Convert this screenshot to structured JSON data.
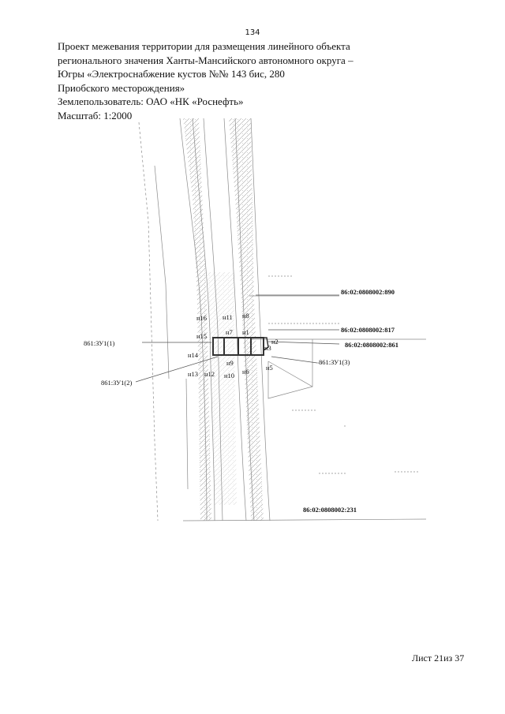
{
  "page_number": "134",
  "header": {
    "line1": "Проект межевания территории для размещения линейного объекта",
    "line2": "регионального значения Ханты-Мансийского автономного округа –",
    "line3": "Югры «Электроснабжение кустов №№ 143 бис, 280",
    "line4": "Приобского месторождения»",
    "line5": "Землепользователь: ОАО «НК «Роснефть»",
    "line6": "Масштаб: 1:2000"
  },
  "map": {
    "parcel_890": "86:02:0808002:890",
    "parcel_817": "86:02:0808002:817",
    "parcel_861": "86:02:0808002:861",
    "parcel_231": "86:02:0808002:231",
    "zu1_1": "861:ЗУ1(1)",
    "zu1_2": "861:ЗУ1(2)",
    "zu1_3": "861:ЗУ1(3)",
    "points": {
      "n1": "н1",
      "n2": "н2",
      "n3": "н3",
      "n5": "н5",
      "n6": "н6",
      "n7": "н7",
      "n8": "н8",
      "n9": "н9",
      "n10": "н10",
      "n11": "н11",
      "n12": "н12",
      "n13": "н13",
      "n14": "н14",
      "n15": "н15",
      "n16": "н16"
    }
  },
  "footer": "Лист 21из 37"
}
